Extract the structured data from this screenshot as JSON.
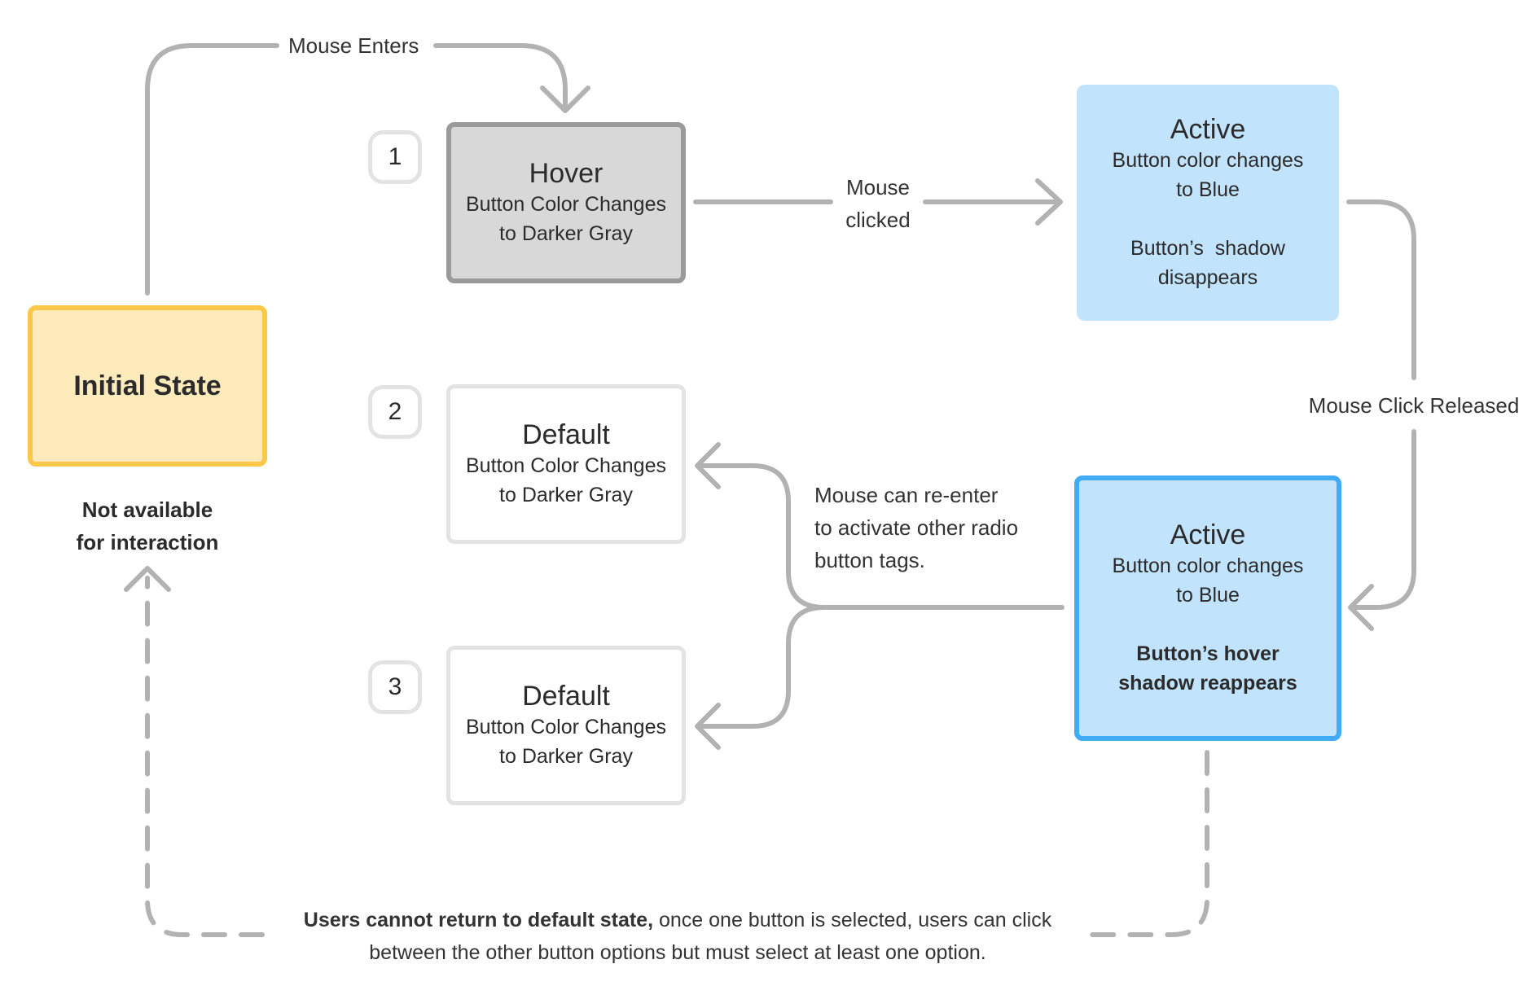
{
  "colors": {
    "wire": "#b2b2b2",
    "initial_fill": "#feebbb",
    "initial_border": "#fdc84a",
    "hover_fill": "#d8d8d8",
    "hover_border": "#9a9a9a",
    "default_border": "#e3e3e3",
    "active_fill": "#c2e3fc",
    "active_border": "#41acf5"
  },
  "initial": {
    "title": "Initial State",
    "note_line1": "Not available",
    "note_line2": "for interaction"
  },
  "hover": {
    "number": "1",
    "title": "Hover",
    "line1": "Button Color Changes",
    "line2": "to Darker Gray"
  },
  "default_2": {
    "number": "2",
    "title": "Default",
    "line1": "Button Color Changes",
    "line2": "to Darker Gray"
  },
  "default_3": {
    "number": "3",
    "title": "Default",
    "line1": "Button Color Changes",
    "line2": "to Darker Gray"
  },
  "active_top": {
    "title": "Active",
    "line1": "Button color changes",
    "line2": "to Blue",
    "line3": "Button’s  shadow",
    "line4": "disappears"
  },
  "active_bottom": {
    "title": "Active",
    "line1": "Button color changes",
    "line2": "to Blue",
    "line3": "Button’s hover",
    "line4": "shadow reappears"
  },
  "edges": {
    "mouse_enters": "Mouse Enters",
    "mouse_clicked_1": "Mouse",
    "mouse_clicked_2": "clicked",
    "mouse_click_released": "Mouse Click Released",
    "reenter_1": "Mouse can re-enter",
    "reenter_2": "to activate other radio",
    "reenter_3": "button tags."
  },
  "footer": {
    "bold": "Users cannot return to default state,",
    "rest": " once one button is selected, users can click",
    "line2": "between the other button options but must select at least one option."
  }
}
